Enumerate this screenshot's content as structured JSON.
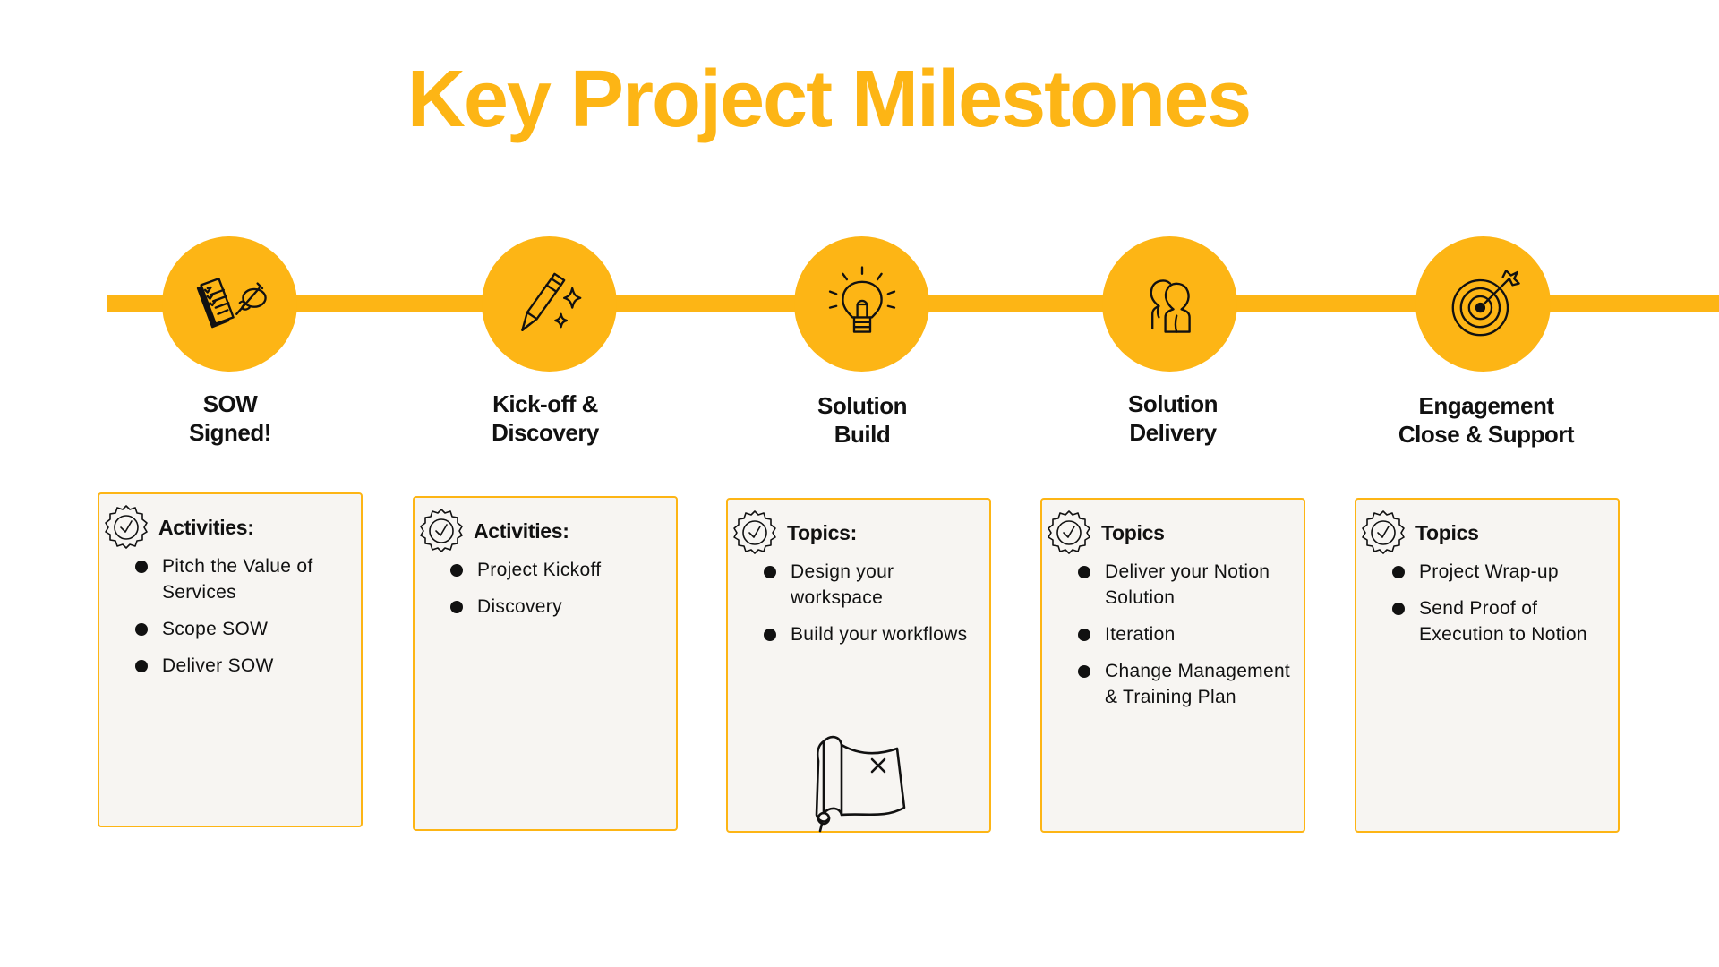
{
  "title": "Key Project Milestones",
  "colors": {
    "accent": "#FDB515",
    "card_bg": "#F7F5F2",
    "text": "#111111"
  },
  "milestones": [
    {
      "label": [
        "SOW",
        "Signed!"
      ],
      "icon": "signed-document-icon",
      "card": {
        "heading": "Activities:",
        "items": [
          "Pitch the Value of Services",
          "Scope SOW",
          "Deliver SOW"
        ]
      }
    },
    {
      "label": [
        "Kick-off &",
        "Discovery"
      ],
      "icon": "pencil-sparkle-icon",
      "card": {
        "heading": "Activities:",
        "items": [
          "Project Kickoff",
          "Discovery"
        ]
      }
    },
    {
      "label": [
        "Solution",
        "Build"
      ],
      "icon": "lightbulb-icon",
      "card": {
        "heading": "Topics:",
        "items": [
          "Design your workspace",
          "Build your workflows"
        ],
        "extra_icon": "treasure-map-icon"
      }
    },
    {
      "label": [
        "Solution",
        "Delivery"
      ],
      "icon": "people-icon",
      "card": {
        "heading": "Topics",
        "items": [
          "Deliver your Notion Solution",
          "Iteration",
          "Change Management & Training Plan"
        ]
      }
    },
    {
      "label": [
        "Engagement",
        "Close & Support"
      ],
      "icon": "target-arrow-icon",
      "card": {
        "heading": "Topics",
        "items": [
          "Project Wrap-up",
          "Send Proof of Execution to Notion"
        ]
      }
    }
  ]
}
